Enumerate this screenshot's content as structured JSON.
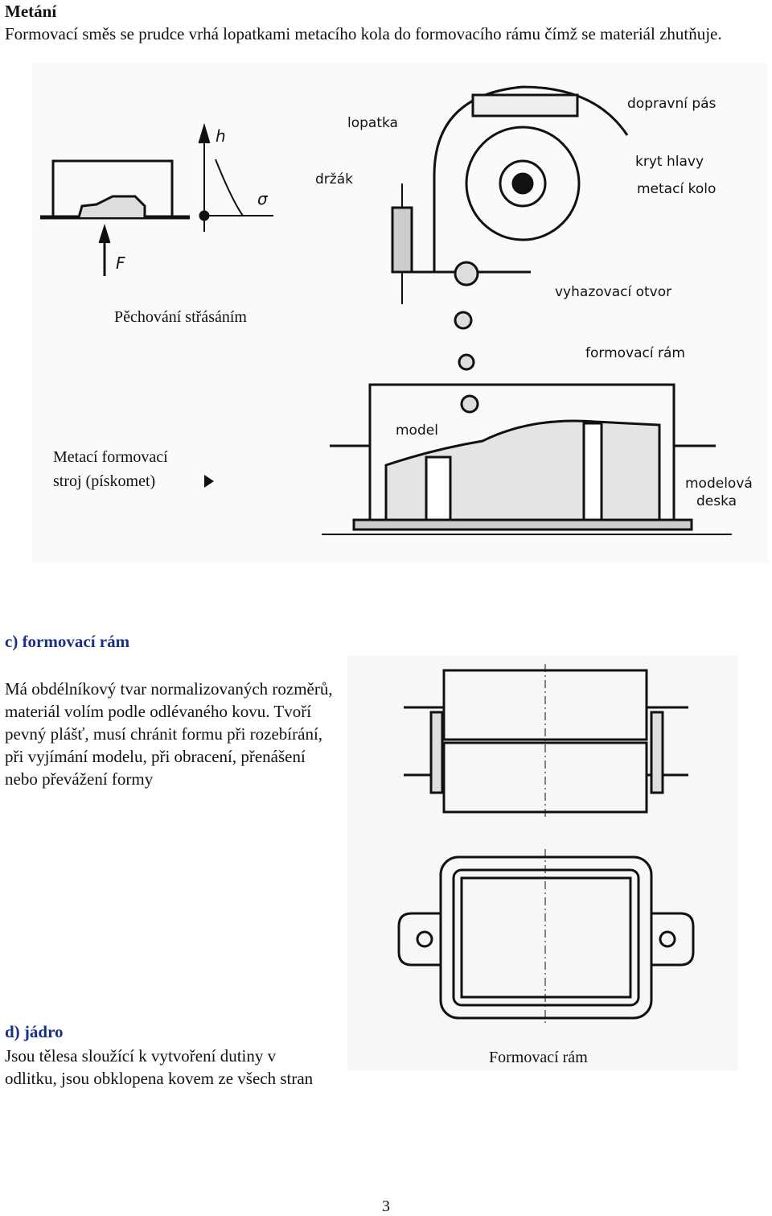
{
  "heading": "Metání",
  "intro": "Formovací směs se prudce vrhá lopatkami metacího kola do formovacího rámu čímž se materiál zhutňuje.",
  "figure_top": {
    "shake_caption": "Pěchování střásáním",
    "shake_h": "h",
    "shake_sigma": "σ",
    "shake_f": "F",
    "machine_caption_line1": "Metací formovací",
    "machine_caption_line2": "stroj (pískomet)",
    "labels": {
      "lopatka": "lopatka",
      "drzak": "držák",
      "dopravni_pas": "dopravní pás",
      "kryt_hlavy": "kryt hlavy",
      "metaci_kolo": "metací kolo",
      "vyhazovaci_otvor": "vyhazovací otvor",
      "formovaci_ram": "formovací rám",
      "model": "model",
      "modelova_deska_1": "modelová",
      "modelova_deska_2": "deska"
    }
  },
  "section_c": {
    "heading": "c) formovací rám",
    "text": "Má obdélníkový tvar normalizovaných rozměrů, materiál volím podle odlévaného kovu. Tvoří pevný plášť, musí chránit formu při rozebírání, při vyjímání modelu, při obracení, přenášení nebo převážení formy",
    "figure_caption": "Formovací rám"
  },
  "section_d": {
    "heading": "d) jádro",
    "text": "Jsou tělesa sloužící k vytvoření dutiny v odlitku, jsou obklopena kovem ze všech stran"
  },
  "page_number": "3"
}
